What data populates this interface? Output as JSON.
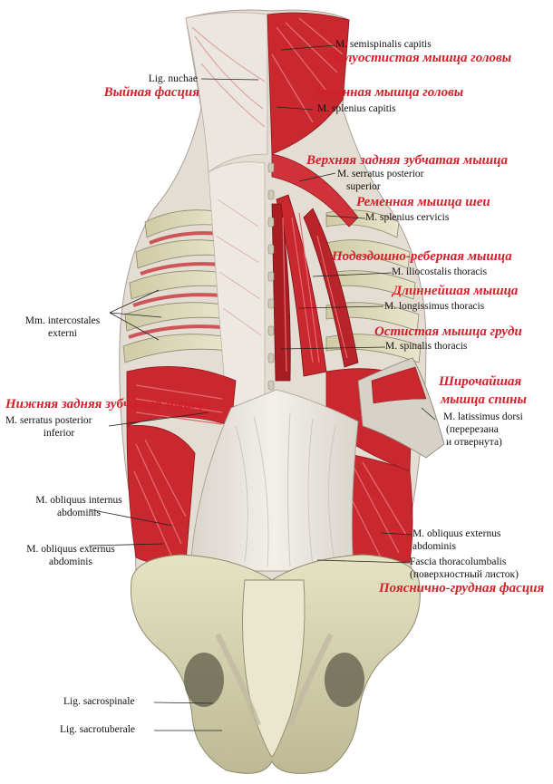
{
  "labels": {
    "semispinalis_lat": "M. semispinalis capitis",
    "semispinalis_ru": "Полуостистая мышца головы",
    "nuchae_lat": "Lig. nuchae",
    "nuchae_ru": "Выйная фасция",
    "splenius_cap_ru": "Ременная мышца головы",
    "splenius_cap_lat": "M. splenius capitis",
    "serratus_sup_ru": "Верхняя задняя зубчатая мышца",
    "serratus_sup_lat1": "M. serratus posterior",
    "serratus_sup_lat2": "superior",
    "splenius_cerv_ru": "Ременная мышца шеи",
    "splenius_cerv_lat": "M. splenius cervicis",
    "iliocostalis_ru": "Подвздошно-реберная мышца",
    "iliocostalis_lat": "M. iliocostalis thoracis",
    "longissimus_ru": "Длиннейшая мышца",
    "longissimus_lat": "M. longissimus thoracis",
    "intercostales_lat1": "Mm. intercostales",
    "intercostales_lat2": "externi",
    "spinalis_ru": "Остистая мышца груди",
    "spinalis_lat": "M. spinalis  thoracis",
    "latissimus_ru1": "Широчайшая",
    "latissimus_ru2": "мышца спины",
    "latissimus_lat1": "M. latissimus dorsi",
    "latissimus_lat2": "(перерезана",
    "latissimus_lat3": "и отвернута)",
    "serratus_inf_ru": "Нижняя задняя зубчатая мышца",
    "serratus_inf_lat1": "M. serratus posterior",
    "serratus_inf_lat2": "inferior",
    "obl_int_lat1": "M. obliquus internus",
    "obl_int_lat2": "abdominis",
    "obl_ext_left_lat1": "M. obliquus externus",
    "obl_ext_left_lat2": "abdominis",
    "obl_ext_right_lat1": "M. obliquus externus",
    "obl_ext_right_lat2": "abdominis",
    "fascia_lat1": "Fascia thoracolumbalis",
    "fascia_lat2": "(поверхностный листок)",
    "fascia_ru": "Пояснично-грудная фасция",
    "sacrospinale_lat": "Lig. sacrospinale",
    "sacrotuberale_lat": "Lig. sacrotuberale"
  },
  "colors": {
    "muscle": "#c8282e",
    "muscle_dark": "#9e1a1f",
    "fascia": "#eae6df",
    "bone": "#dcd9b8",
    "bone_shadow": "#a9a585",
    "ru_label": "#d31f28",
    "leader": "#222222"
  }
}
